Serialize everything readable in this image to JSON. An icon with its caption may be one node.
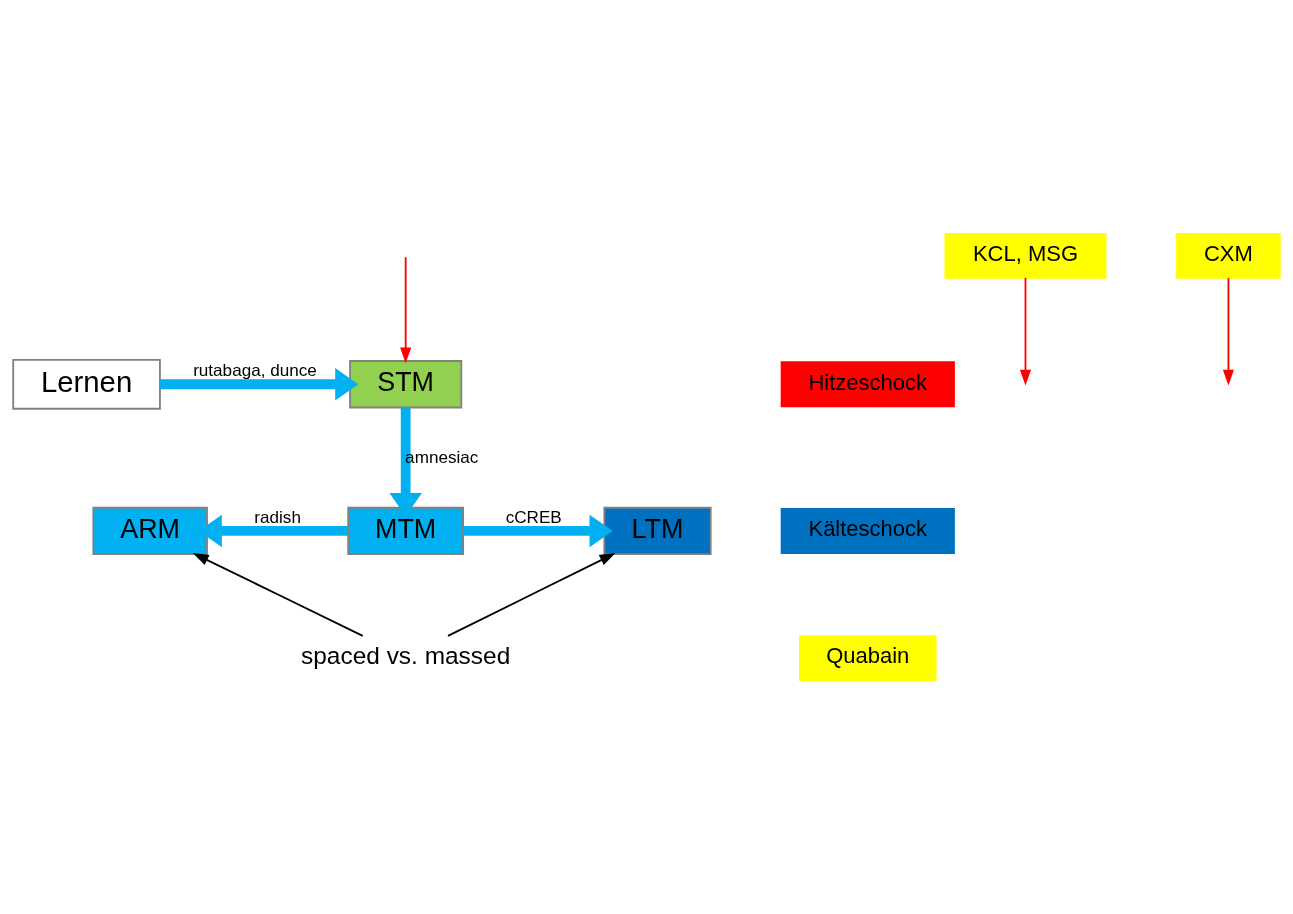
{
  "diagram": {
    "nodes": [
      {
        "text": [
          "Lernen"
        ]
      },
      {
        "text": [
          "STM"
        ]
      },
      {
        "text": [
          "MTM"
        ]
      },
      {
        "text": [
          "ARM"
        ]
      },
      {
        "text": [
          "LTM"
        ]
      },
      {
        "text": [
          "Hitzeschock"
        ]
      },
      {
        "text": [
          "Kälteschock"
        ]
      },
      {
        "text": [
          "Quabain"
        ]
      },
      {
        "text": [
          "KCL, MSG"
        ]
      },
      {
        "text": [
          "CXM"
        ]
      },
      {
        "text": [
          "spaced vs. massed"
        ]
      }
    ],
    "edges": [
      {
        "from": 0,
        "to": 1,
        "arrow": "to",
        "label": "rutabaga, dunce",
        "style": "thick",
        "color": "#00b0f0"
      },
      {
        "from": 1,
        "to": 2,
        "arrow": "to",
        "label": "amnesiac",
        "style": "thick",
        "color": "#00b0f0"
      },
      {
        "from": 2,
        "to": 3,
        "arrow": "to",
        "label": "radish",
        "style": "thick",
        "color": "#00b0f0"
      },
      {
        "from": 2,
        "to": 4,
        "arrow": "to",
        "label": "cCREB",
        "style": "thick",
        "color": "#00b0f0"
      },
      {
        "from": null,
        "to": 1,
        "arrow": "to",
        "color": "#ff0000"
      },
      {
        "from": 8,
        "to": null,
        "arrow": "to",
        "color": "#ff0000"
      },
      {
        "from": 9,
        "to": null,
        "arrow": "to",
        "color": "#ff0000"
      },
      {
        "from": 10,
        "to": 3,
        "arrow": "to",
        "color": "#000000"
      },
      {
        "from": 10,
        "to": 4,
        "arrow": "to",
        "color": "#000000"
      }
    ]
  }
}
